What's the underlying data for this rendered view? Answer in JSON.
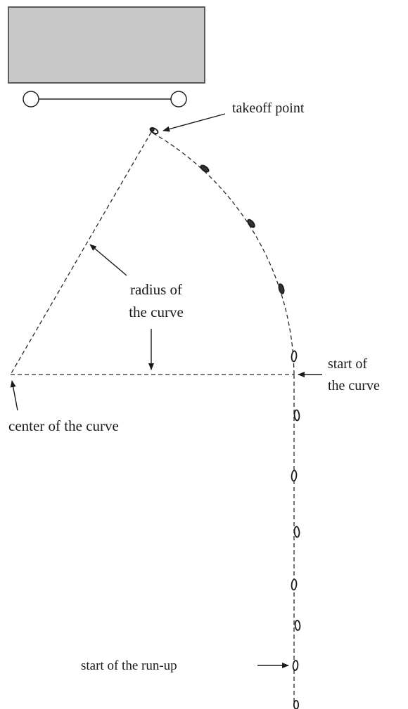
{
  "labels": {
    "takeoff_point": "takeoff point",
    "radius_line1": "radius of",
    "radius_line2": "the curve",
    "start_curve_line1": "start of",
    "start_curve_line2": "the curve",
    "center_curve": "center of the curve",
    "start_runup": "start of the run-up"
  },
  "icons": {
    "bar": "high-jump-bar-icon",
    "footprint": "footprint-icon",
    "arrow": "arrow-icon"
  }
}
